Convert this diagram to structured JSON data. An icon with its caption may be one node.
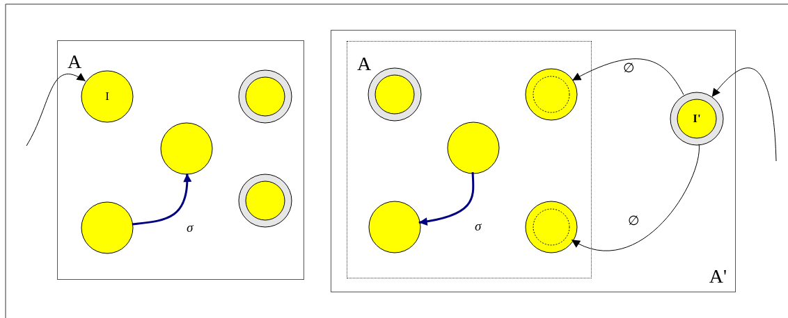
{
  "diagram": {
    "nodes": [
      {
        "text": [
          "A"
        ]
      },
      {
        "text": [
          "I"
        ],
        "in": 0
      },
      {
        "text": [],
        "shape": "ring",
        "in": 0
      },
      {
        "text": [],
        "shape": "circle",
        "in": 0
      },
      {
        "text": [],
        "shape": "circle",
        "in": 0
      },
      {
        "text": [],
        "shape": "ring",
        "in": 0
      },
      {
        "text": [
          "A'"
        ]
      },
      {
        "text": [
          "A"
        ],
        "in": 6
      },
      {
        "text": [],
        "shape": "ring",
        "in": 7
      },
      {
        "text": [],
        "shape": "target",
        "in": 7
      },
      {
        "text": [
          "I'"
        ],
        "in": 6
      },
      {
        "text": [],
        "shape": "circle",
        "in": 7
      },
      {
        "text": [],
        "shape": "circle",
        "in": 7
      },
      {
        "text": [],
        "shape": "target",
        "in": 7
      }
    ],
    "edges": [
      {
        "from": null,
        "to": 1,
        "arrow": "to"
      },
      {
        "from": 4,
        "to": 3,
        "arrow": "to",
        "label": "σ",
        "style": "thick",
        "color": "#000080"
      },
      {
        "from": 10,
        "to": 9,
        "arrow": "to",
        "label": "∅"
      },
      {
        "from": 10,
        "to": 13,
        "arrow": "to",
        "label": "∅"
      },
      {
        "from": null,
        "to": 10,
        "arrow": "to"
      },
      {
        "from": 11,
        "to": 12,
        "arrow": "to",
        "label": "σ",
        "style": "thick",
        "color": "#000080"
      }
    ]
  }
}
